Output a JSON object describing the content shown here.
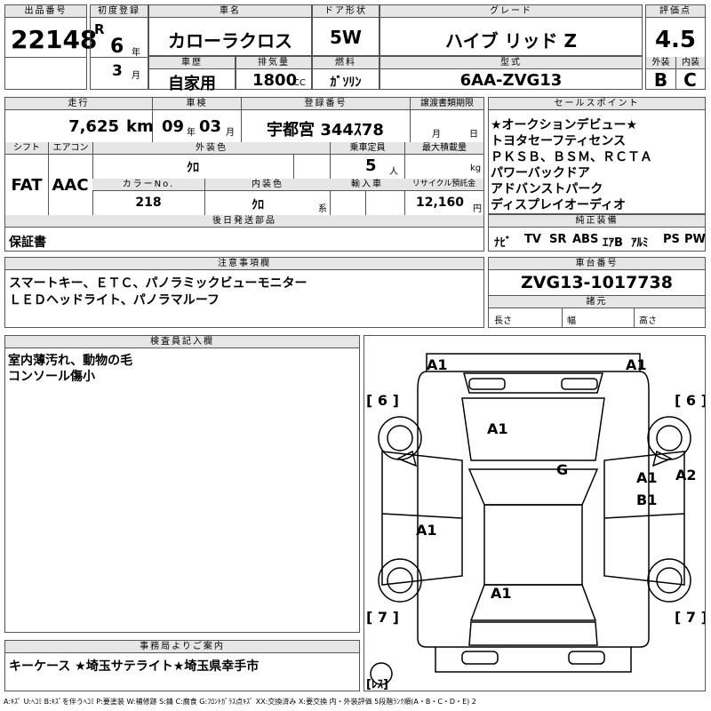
{
  "header": {
    "lot_no_label": "出品番号",
    "lot_no": "22148",
    "first_reg_label": "初度登録",
    "era": "R",
    "reg_year": "6",
    "year_unit": "年",
    "reg_month": "3",
    "month_unit": "月",
    "car_name_label": "車名",
    "car_name": "カローラクロス",
    "door_label": "ドア形状",
    "door": "5W",
    "grade_label": "グレード",
    "grade": "ハイブ リッド Z",
    "score_label": "評価点",
    "score": "4.5",
    "history_label": "車歴",
    "history": "自家用",
    "cc_label": "排気量",
    "cc": "1800",
    "cc_unit": "CC",
    "fuel_label": "燃料",
    "fuel": "ｶﾞｿﾘﾝ",
    "model_label": "型式",
    "model": "6AA-ZVG13",
    "ext_label": "外装",
    "ext": "B",
    "int_label": "内装",
    "int": "C"
  },
  "row2": {
    "mileage_label": "走行",
    "mileage": "7,625",
    "mileage_unit": "km",
    "inspection_label": "車検",
    "insp_year": "09",
    "insp_year_unit": "年",
    "insp_month": "03",
    "insp_month_unit": "月",
    "plate_label": "登録番号",
    "plate": "宇都宮 344ｽ78",
    "transfer_label": "譲渡書類期限",
    "transfer_month_unit": "月",
    "transfer_day_unit": "日",
    "shift_label": "シフト",
    "shift": "FAT",
    "ac_label": "エアコン",
    "ac": "AAC",
    "ext_color_label": "外装色",
    "ext_color": "ｸﾛ",
    "capacity_label": "乗車定員",
    "capacity": "5",
    "capacity_unit": "人",
    "load_label": "最大積載量",
    "load_unit": "kg",
    "color_no_label": "カラーNo.",
    "color_no": "218",
    "int_color_label": "内装色",
    "int_color": "ｸﾛ",
    "int_color_unit": "系",
    "import_label": "輸入車",
    "recycle_label": "リサイクル預託金",
    "recycle": "12,160",
    "recycle_unit": "円",
    "later_parts_label": "後日発送部品",
    "later_parts": "保証書"
  },
  "sales": {
    "label": "セールスポイント",
    "lines": [
      "★オークションデビュー★",
      "トヨタセーフティセンス",
      "ＰＫＳＢ、ＢＳＭ、ＲＣＴＡ",
      "パワーバックドア",
      "アドバンストパーク",
      "ディスプレイオーディオ"
    ]
  },
  "equipment": {
    "label": "純正装備",
    "items": [
      "ﾅﾋﾞ",
      "TV",
      "SR",
      "ABS",
      "ｴｱB",
      "ｱﾙﾐ",
      "PS",
      "PW"
    ]
  },
  "notes": {
    "label": "注意事項欄",
    "lines": [
      "スマートキー、ＥＴＣ、パノラミックビューモニター",
      "ＬＥＤヘッドライト、パノラマルーフ"
    ]
  },
  "chassis": {
    "label": "車台番号",
    "value": "ZVG13-1017738",
    "dims_label": "諸元",
    "length": "長さ",
    "width": "幅",
    "height": "高さ"
  },
  "inspector": {
    "label": "検査員記入欄",
    "lines": [
      "室内薄汚れ、動物の毛",
      "コンソール傷小"
    ]
  },
  "diagram": {
    "marks": [
      "A1",
      "A1",
      "A1",
      "G",
      "A1",
      "B1",
      "A2",
      "A1",
      "A1"
    ],
    "tires": [
      "[ 6 ]",
      "[ 6 ]",
      "[ 7 ]",
      "[ 7 ]"
    ],
    "spare": "[ﾚｽ]"
  },
  "office": {
    "label": "事務局よりご案内",
    "text": "キーケース ★埼玉サテライト★埼玉県幸手市"
  },
  "legend": "A:ｷｽﾞ U:ﾍｺﾐ B:ｷｽﾞを伴うﾍｺﾐ P:要塗装 W:補修跡 S:錆 C:腐食 G:ﾌﾛﾝﾄｶﾞﾗｽ点ｷｽﾞ XX:交換済み X:要交換  内・外装評価 5段階ﾗﾝｸ順(A・B・C・D・E) 2"
}
